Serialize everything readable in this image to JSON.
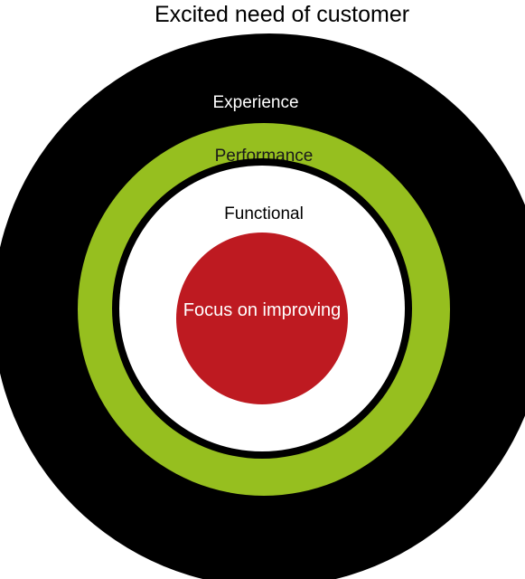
{
  "title": "Excited need of customer",
  "rings": {
    "experience": {
      "label": "Experience",
      "color": "#000000",
      "text_color": "#ffffff"
    },
    "performance": {
      "label": "Performance",
      "color": "#96bf1f",
      "text_color": "#1a1a1a"
    },
    "functional": {
      "label": "Functional",
      "color": "#ffffff",
      "border_color": "#000000",
      "text_color": "#000000"
    },
    "core": {
      "label": "Focus on improving",
      "color": "#be1a21",
      "text_color": "#ffffff"
    }
  },
  "background": "#ffffff"
}
